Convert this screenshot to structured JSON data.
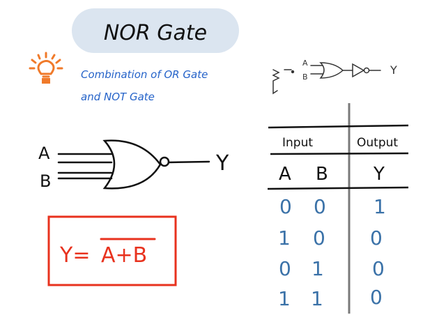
{
  "title": "NOR Gate",
  "note": {
    "line1": "Combination of OR Gate",
    "line2": "and NOT Gate",
    "icon": "lightbulb-icon"
  },
  "mini_gate": {
    "input_a": "A",
    "input_b": "B",
    "output": "Y"
  },
  "gate": {
    "input_a": "A",
    "input_b": "B",
    "output": "Y"
  },
  "formula": {
    "lhs": "Y=",
    "rhs": "A+B"
  },
  "truth_table": {
    "header_input": "Input",
    "header_output": "Output",
    "col_a": "A",
    "col_b": "B",
    "col_y": "Y",
    "rows": [
      {
        "a": "0",
        "b": "0",
        "y": "1"
      },
      {
        "a": "1",
        "b": "0",
        "y": "0"
      },
      {
        "a": "0",
        "b": "1",
        "y": "0"
      },
      {
        "a": "1",
        "b": "1",
        "y": "0"
      }
    ]
  },
  "colors": {
    "ink": "#111111",
    "blue_ink": "#2563c9",
    "title_bg": "#dbe5f0",
    "orange": "#f07a2a",
    "red": "#e8321e",
    "table_blue": "#3b72a8"
  }
}
